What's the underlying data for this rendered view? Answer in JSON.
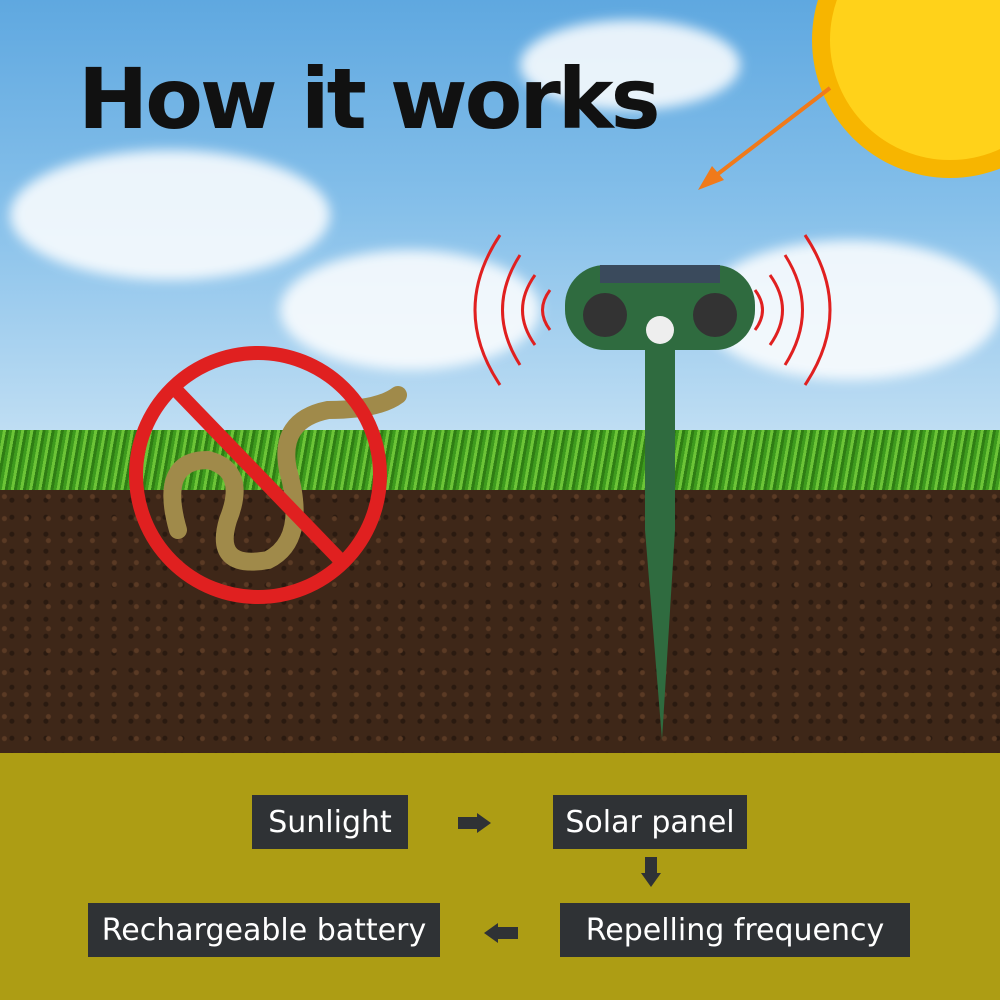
{
  "title": "How it works",
  "illustration": {
    "sun": "sun-icon",
    "device": "solar-ultrasonic-repeller",
    "snake_sign": "no-snake-icon"
  },
  "flow": {
    "step1": "Sunlight",
    "step2": "Solar panel",
    "step3": "Repelling frequency",
    "step4": "Rechargeable battery"
  },
  "colors": {
    "panel_bg": "#ad9d14",
    "box_bg": "#2f3235",
    "prohibit_red": "#e02020",
    "device_green": "#2f6b3f"
  }
}
